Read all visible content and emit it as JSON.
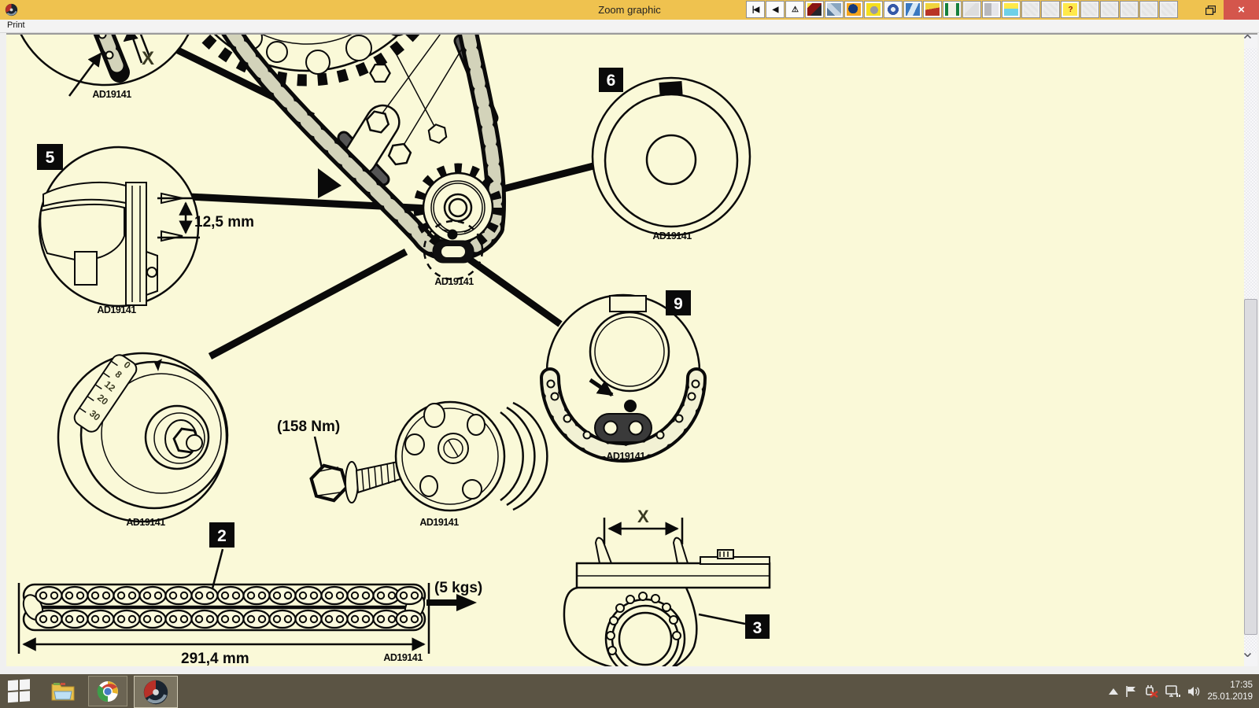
{
  "window": {
    "title": "Zoom graphic",
    "close_glyph": "×",
    "menu": [
      {
        "label": "Print"
      }
    ],
    "toolbar": [
      {
        "name": "nav-first-icon",
        "glyph": "|◀",
        "enabled": true
      },
      {
        "name": "nav-back-icon",
        "glyph": "◀",
        "enabled": true
      },
      {
        "name": "warning-icon",
        "glyph": "⚠",
        "enabled": true
      },
      {
        "name": "dashboard-icon",
        "glyph": "",
        "enabled": true
      },
      {
        "name": "tools-icon",
        "glyph": "",
        "enabled": true
      },
      {
        "name": "globe-icon",
        "glyph": "",
        "enabled": true
      },
      {
        "name": "mouse-icon",
        "glyph": "",
        "enabled": true
      },
      {
        "name": "wheel-icon",
        "glyph": "",
        "enabled": true
      },
      {
        "name": "map-icon",
        "glyph": "",
        "enabled": true
      },
      {
        "name": "road-icon",
        "glyph": "",
        "enabled": true
      },
      {
        "name": "lift-icon",
        "glyph": "",
        "enabled": true
      },
      {
        "name": "car-gray-icon",
        "glyph": "",
        "enabled": false
      },
      {
        "name": "key-icon",
        "glyph": "",
        "enabled": true
      },
      {
        "name": "car-data-icon",
        "glyph": "",
        "enabled": true
      },
      {
        "name": "oval-icon",
        "glyph": "",
        "enabled": false
      },
      {
        "name": "hand-icon",
        "glyph": "",
        "enabled": false
      },
      {
        "name": "help-car-icon",
        "glyph": "?",
        "enabled": true
      },
      {
        "name": "swirl-icon",
        "glyph": "",
        "enabled": false
      },
      {
        "name": "ball-icon",
        "glyph": "",
        "enabled": false
      },
      {
        "name": "triangle-icon",
        "glyph": "",
        "enabled": false
      },
      {
        "name": "bug-icon",
        "glyph": "",
        "enabled": false
      },
      {
        "name": "frame-icon",
        "glyph": "",
        "enabled": false
      }
    ]
  },
  "diagram": {
    "code": "AD19141",
    "x_detail": {
      "label": "X"
    },
    "callout5": {
      "number": "5",
      "measurement": "12,5 mm"
    },
    "callout6": {
      "number": "6"
    },
    "callout9": {
      "number": "9"
    },
    "damper": {
      "scale": [
        "30",
        "20",
        "12",
        "8",
        "0"
      ]
    },
    "bolt": {
      "torque": "(158 Nm)"
    },
    "chain": {
      "number": "2",
      "length": "291,4 mm",
      "pull": "(5 kgs)"
    },
    "caliper": {
      "number": "3",
      "label": "X"
    }
  },
  "taskbar": {
    "time": "17:35",
    "date": "25.01.2019"
  }
}
